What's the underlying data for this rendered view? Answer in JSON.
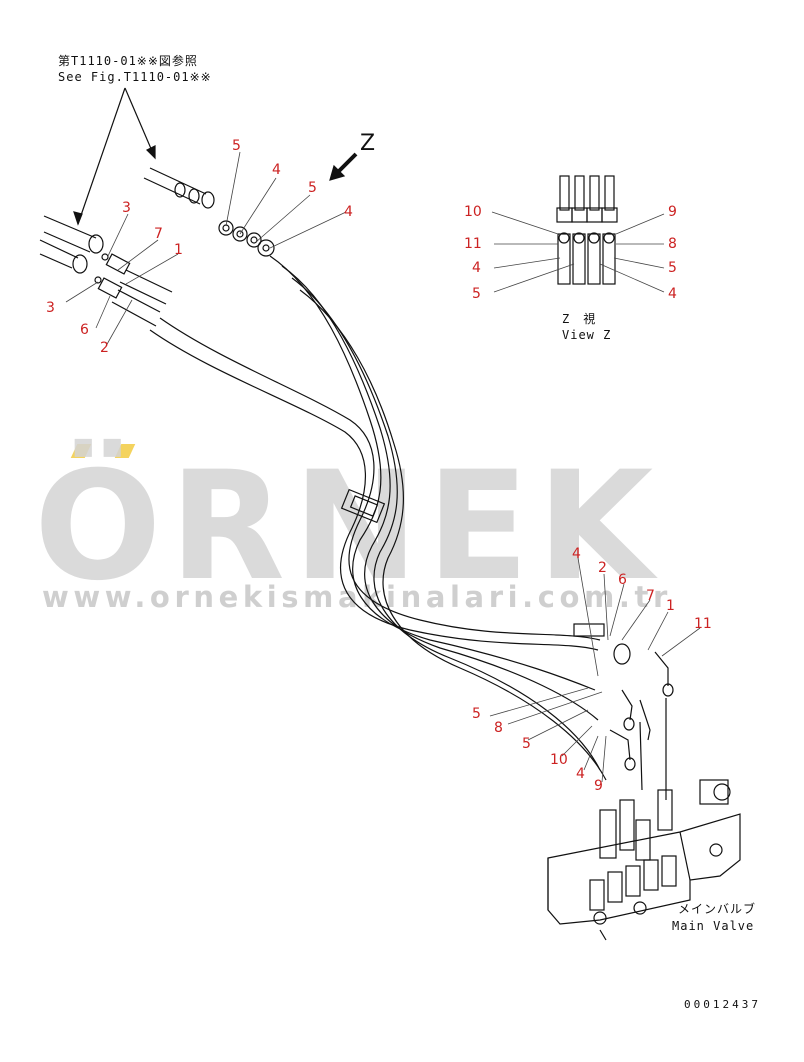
{
  "reference": {
    "jp": "第T1110-01※※図参照",
    "en": "See Fig.T1110-01※※"
  },
  "view_arrow_label": "Z",
  "view_z": {
    "jp": "Z　視",
    "en": "View Z"
  },
  "main_valve": {
    "jp": "メインバルブ",
    "en": "Main Valve"
  },
  "drawing_code": "00012437",
  "watermark": {
    "big": "ÖRNEK",
    "small": "www.ornekismakinalari.com.tr"
  },
  "callouts": {
    "c1": "5",
    "c2": "4",
    "c3": "5",
    "c4": "4",
    "c5": "3",
    "c6": "7",
    "c7": "1",
    "c8": "3",
    "c9": "6",
    "c10": "2",
    "z1": "10",
    "z2": "11",
    "z3": "4",
    "z4": "5",
    "z5": "9",
    "z6": "8",
    "z7": "5",
    "z8": "4",
    "r1": "4",
    "r2": "2",
    "r3": "6",
    "r4": "7",
    "r5": "1",
    "r6": "11",
    "r7": "5",
    "r8": "8",
    "r9": "5",
    "r10": "10",
    "r11": "4",
    "r12": "9"
  },
  "colors": {
    "callout": "#cc2222",
    "line": "#111111",
    "watermark_gray": "#d4d4d4",
    "watermark_accent": "#f4d35e"
  }
}
